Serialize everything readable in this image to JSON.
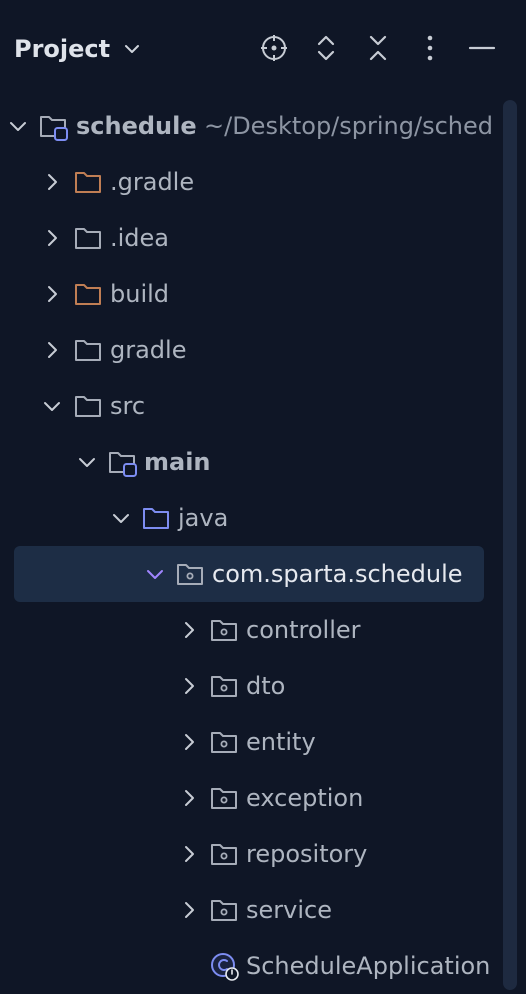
{
  "header": {
    "title": "Project",
    "title_icon": "chevron-down-icon",
    "tools": [
      {
        "name": "locate-icon"
      },
      {
        "name": "expand-all-icon"
      },
      {
        "name": "collapse-all-icon"
      },
      {
        "name": "more-options-icon"
      },
      {
        "name": "minimize-icon"
      }
    ]
  },
  "colors": {
    "background": "#0f1626",
    "selected_row": "#1d2d45",
    "folder_orange": "#c07e54",
    "folder_gray": "#a6acb8",
    "folder_blue": "#7d8df2",
    "arrow_selected": "#a085ff"
  },
  "tree": [
    {
      "label": "schedule",
      "suffix": "~/Desktop/spring/sched",
      "icon": "module-folder-icon",
      "expanded": true
    },
    {
      "label": ".gradle",
      "icon": "folder-orange-icon",
      "expanded": false
    },
    {
      "label": ".idea",
      "icon": "folder-icon",
      "expanded": false
    },
    {
      "label": "build",
      "icon": "folder-orange-icon",
      "expanded": false
    },
    {
      "label": "gradle",
      "icon": "folder-icon",
      "expanded": false
    },
    {
      "label": "src",
      "icon": "folder-icon",
      "expanded": true
    },
    {
      "label": "main",
      "icon": "module-folder-icon",
      "expanded": true
    },
    {
      "label": "java",
      "icon": "source-folder-icon",
      "expanded": true
    },
    {
      "label": "com.sparta.schedule",
      "icon": "package-icon",
      "expanded": true,
      "selected": true
    },
    {
      "label": "controller",
      "icon": "package-icon",
      "expanded": false
    },
    {
      "label": "dto",
      "icon": "package-icon",
      "expanded": false
    },
    {
      "label": "entity",
      "icon": "package-icon",
      "expanded": false
    },
    {
      "label": "exception",
      "icon": "package-icon",
      "expanded": false
    },
    {
      "label": "repository",
      "icon": "package-icon",
      "expanded": false
    },
    {
      "label": "service",
      "icon": "package-icon",
      "expanded": false
    },
    {
      "label": "ScheduleApplication",
      "icon": "spring-boot-class-icon"
    }
  ]
}
